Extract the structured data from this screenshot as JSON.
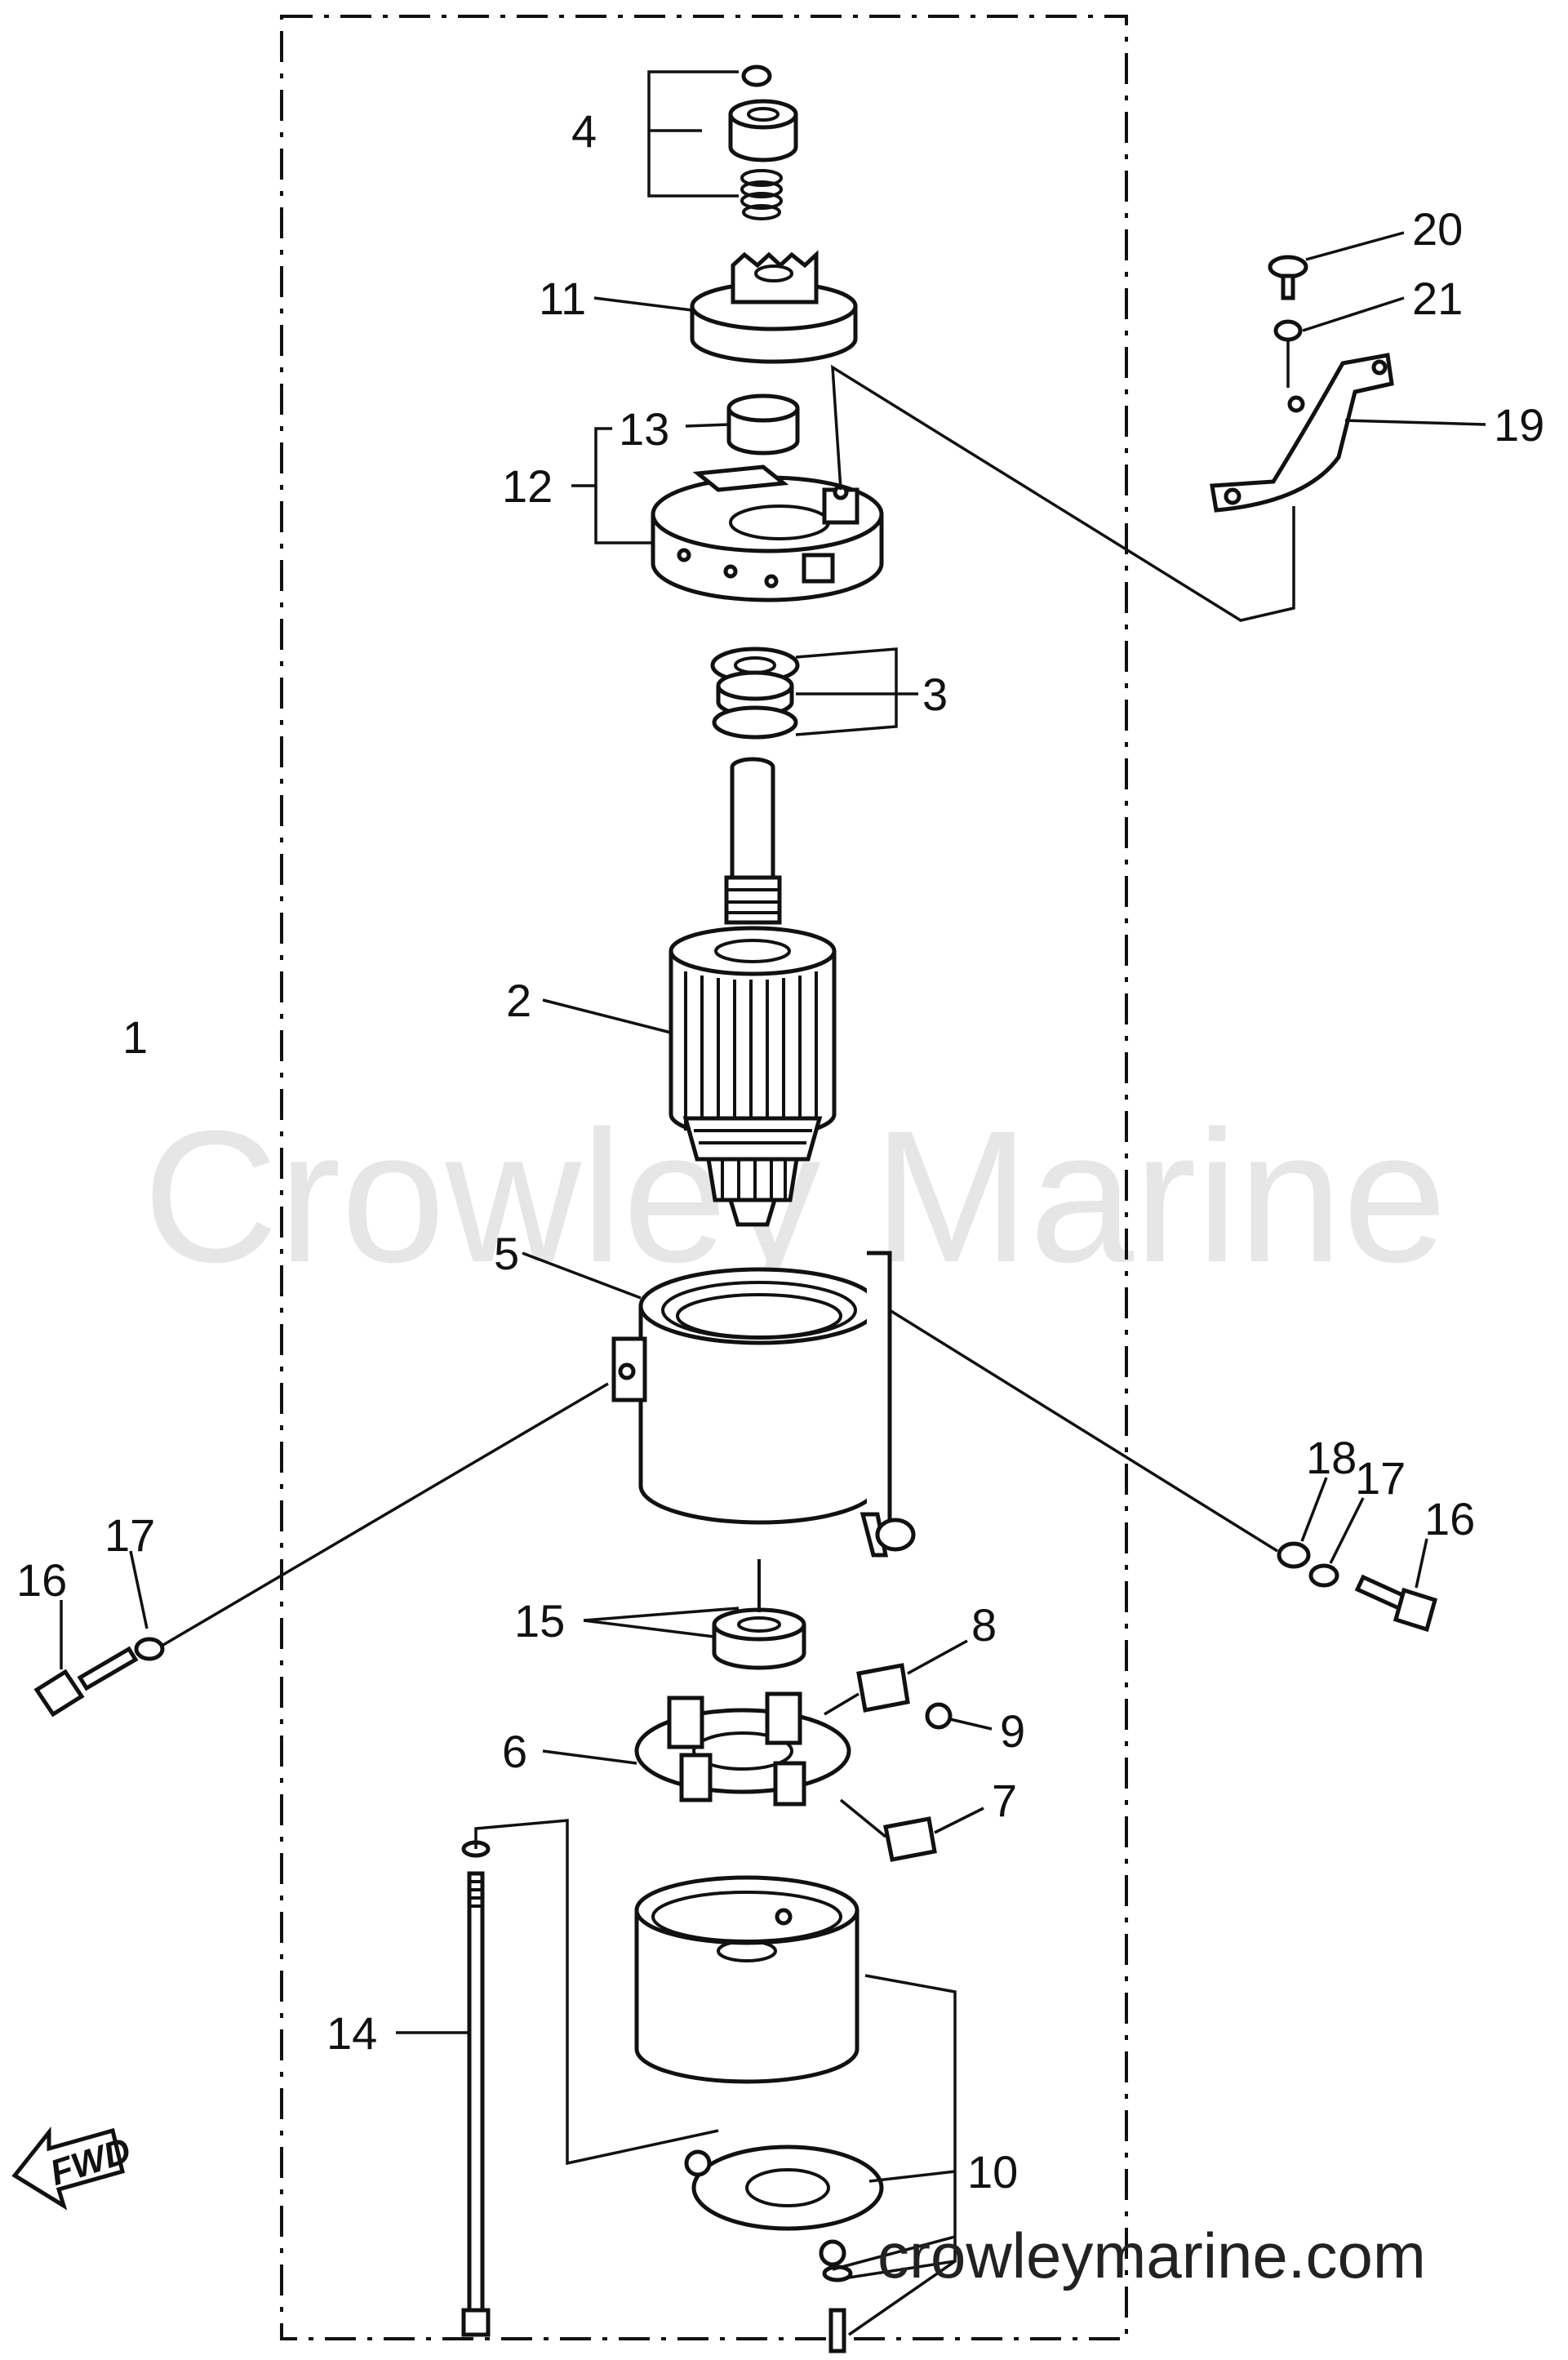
{
  "watermark": "Crowley Marine",
  "site_url": "crowleymarine.com",
  "fwd_label": "FWD",
  "callouts": {
    "c1": "1",
    "c2": "2",
    "c3": "3",
    "c4": "4",
    "c5": "5",
    "c6": "6",
    "c7": "7",
    "c8": "8",
    "c9": "9",
    "c10": "10",
    "c11": "11",
    "c12": "12",
    "c13": "13",
    "c14": "14",
    "c15": "15",
    "c16a": "16",
    "c16b": "16",
    "c17a": "17",
    "c17b": "17",
    "c18": "18",
    "c19": "19",
    "c20": "20",
    "c21": "21"
  }
}
